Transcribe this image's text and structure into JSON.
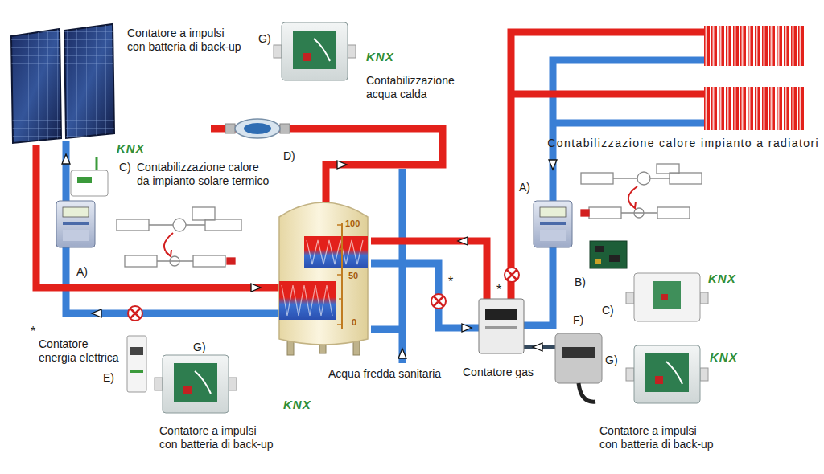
{
  "diagram": {
    "nodes": [
      {
        "text": [
          "100",
          "50",
          "0"
        ]
      }
    ],
    "labels": [
      "Contatore a impulsi con batteria di back-up",
      "G)",
      "KNX",
      "Contabilizzazione acqua calda",
      "KNX",
      "C)",
      "Contabilizzazione calore da impianto solare termico",
      "D)",
      "Contabilizzazione calore impianto a radiatori",
      "A)",
      "A)",
      "*",
      "B)",
      "*",
      "KNX",
      "C)",
      "*",
      "Contatore energia elettrica",
      "F)",
      "G)",
      "G)",
      "KNX",
      "Acqua fredda sanitaria",
      "Contatore gas",
      "E)",
      "KNX",
      "Contatore a impulsi con batteria di back-up",
      "Contatore a impulsi con batteria di back-up"
    ]
  }
}
